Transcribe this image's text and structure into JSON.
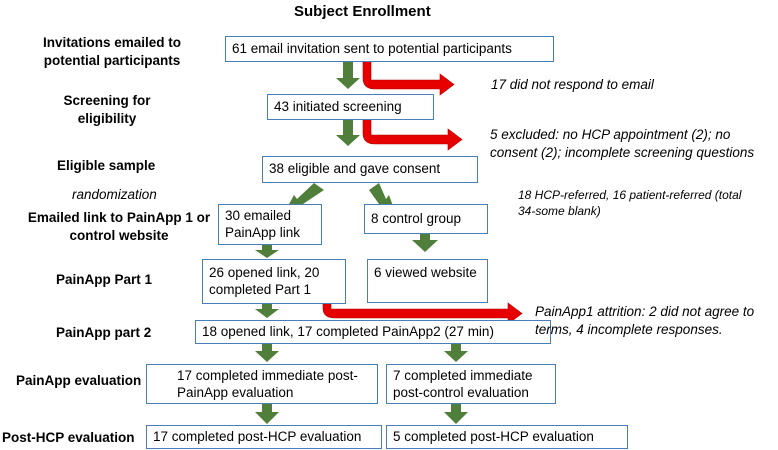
{
  "title": "Subject Enrollment",
  "stages": {
    "invitations": "Invitations  emailed to potential participants",
    "screening": "Screening for eligibility",
    "eligible": "Eligible sample",
    "randomization": "randomization",
    "emailed_link": "Emailed link to PainApp 1 or control website",
    "part1": "PainApp Part 1",
    "part2": "PainApp part 2",
    "evaluation": "PainApp evaluation",
    "post_hcp": "Post-HCP evaluation"
  },
  "boxes": {
    "invitation": "61 email invitation sent to potential participants",
    "screening": "43 initiated screening",
    "eligible": "38 eligible and gave consent",
    "painapp_link": "30 emailed PainApp link",
    "control_group": "8 control group",
    "opened_part1": "26 opened link, 20 completed Part 1",
    "viewed_website": "6 viewed website",
    "part2": "18 opened link, 17 completed PainApp2 (27 min)",
    "painapp_eval": "17 completed immediate post-PainApp evaluation",
    "control_eval": "7 completed immediate post-control evaluation",
    "post_hcp_painapp": "17 completed post-HCP evaluation",
    "post_hcp_control": "5 completed post-HCP evaluation"
  },
  "notes": {
    "no_response": "17 did not respond to email",
    "excluded": "5 excluded: no HCP appointment (2); no consent (2); incomplete screening questions",
    "referrals": "18 HCP-referred, 16 patient-referred (total 34-some blank)",
    "attrition": "PainApp1 attrition: 2 did not agree to terms, 4 incomplete responses."
  },
  "colors": {
    "box_border": "#4a7ebb",
    "down_arrow": "#4f7f3a",
    "exit_arrow": "#e60000"
  }
}
